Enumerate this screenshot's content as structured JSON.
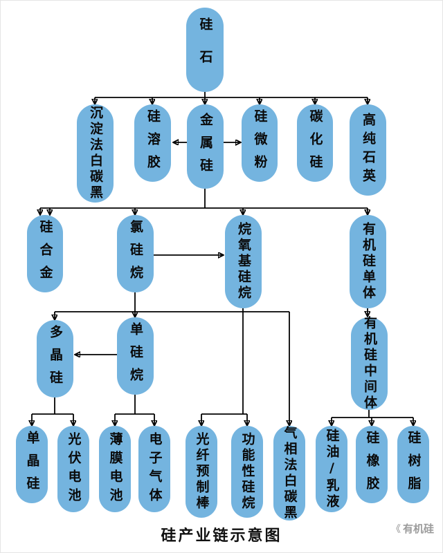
{
  "title": "硅产业链示意图",
  "watermark": {
    "logo": "《",
    "text": "有机硅"
  },
  "colors": {
    "node_fill": "#74b4df",
    "line": "#000000"
  },
  "nodes": [
    {
      "id": "silica-stone",
      "label": "硅石"
    },
    {
      "id": "precipitated-silica",
      "label": "沉淀法白碳黑"
    },
    {
      "id": "silica-sol",
      "label": "硅溶胶"
    },
    {
      "id": "metal-silicon",
      "label": "金属硅"
    },
    {
      "id": "silicon-micropowder",
      "label": "硅微粉"
    },
    {
      "id": "silicon-carbide",
      "label": "碳化硅"
    },
    {
      "id": "high-purity-quartz",
      "label": "高纯石英"
    },
    {
      "id": "silicon-alloy",
      "label": "硅合金"
    },
    {
      "id": "chlorosilane",
      "label": "氯硅烷"
    },
    {
      "id": "alkoxysilane",
      "label": "烷氧基硅烷"
    },
    {
      "id": "organosilicon-monomer",
      "label": "有机硅单体"
    },
    {
      "id": "polysilicon",
      "label": "多晶硅"
    },
    {
      "id": "monosilane",
      "label": "单硅烷"
    },
    {
      "id": "organosilicon-intermediate",
      "label": "有机硅中间体"
    },
    {
      "id": "monocrystalline-silicon",
      "label": "单晶硅"
    },
    {
      "id": "photovoltaic-cell",
      "label": "光伏电池"
    },
    {
      "id": "thin-film-cell",
      "label": "薄膜电池"
    },
    {
      "id": "electronic-gas",
      "label": "电子气体"
    },
    {
      "id": "optical-fiber-preform",
      "label": "光纤预制棒"
    },
    {
      "id": "functional-silane",
      "label": "功能性硅烷"
    },
    {
      "id": "fumed-silica",
      "label": "气相法白碳黑"
    },
    {
      "id": "silicone-oil-emulsion",
      "label": "硅油/乳液"
    },
    {
      "id": "silicone-rubber",
      "label": "硅橡胶"
    },
    {
      "id": "silicone-resin",
      "label": "硅树脂"
    }
  ],
  "edges": [
    {
      "from": "silica-stone",
      "to": "precipitated-silica"
    },
    {
      "from": "silica-stone",
      "to": "silica-sol"
    },
    {
      "from": "silica-stone",
      "to": "metal-silicon"
    },
    {
      "from": "silica-stone",
      "to": "silicon-micropowder"
    },
    {
      "from": "silica-stone",
      "to": "silicon-carbide"
    },
    {
      "from": "silica-stone",
      "to": "high-purity-quartz"
    },
    {
      "from": "metal-silicon",
      "to": "silica-sol"
    },
    {
      "from": "metal-silicon",
      "to": "silicon-micropowder"
    },
    {
      "from": "metal-silicon",
      "to": "silicon-alloy"
    },
    {
      "from": "metal-silicon",
      "to": "chlorosilane"
    },
    {
      "from": "metal-silicon",
      "to": "alkoxysilane"
    },
    {
      "from": "metal-silicon",
      "to": "organosilicon-monomer"
    },
    {
      "from": "chlorosilane",
      "to": "alkoxysilane"
    },
    {
      "from": "chlorosilane",
      "to": "polysilicon"
    },
    {
      "from": "chlorosilane",
      "to": "monosilane"
    },
    {
      "from": "chlorosilane",
      "to": "fumed-silica"
    },
    {
      "from": "monosilane",
      "to": "polysilicon"
    },
    {
      "from": "polysilicon",
      "to": "monocrystalline-silicon"
    },
    {
      "from": "polysilicon",
      "to": "photovoltaic-cell"
    },
    {
      "from": "monosilane",
      "to": "thin-film-cell"
    },
    {
      "from": "monosilane",
      "to": "electronic-gas"
    },
    {
      "from": "alkoxysilane",
      "to": "optical-fiber-preform"
    },
    {
      "from": "alkoxysilane",
      "to": "functional-silane"
    },
    {
      "from": "organosilicon-monomer",
      "to": "organosilicon-intermediate"
    },
    {
      "from": "organosilicon-intermediate",
      "to": "silicone-oil-emulsion"
    },
    {
      "from": "organosilicon-intermediate",
      "to": "silicone-rubber"
    },
    {
      "from": "organosilicon-intermediate",
      "to": "silicone-resin"
    }
  ]
}
